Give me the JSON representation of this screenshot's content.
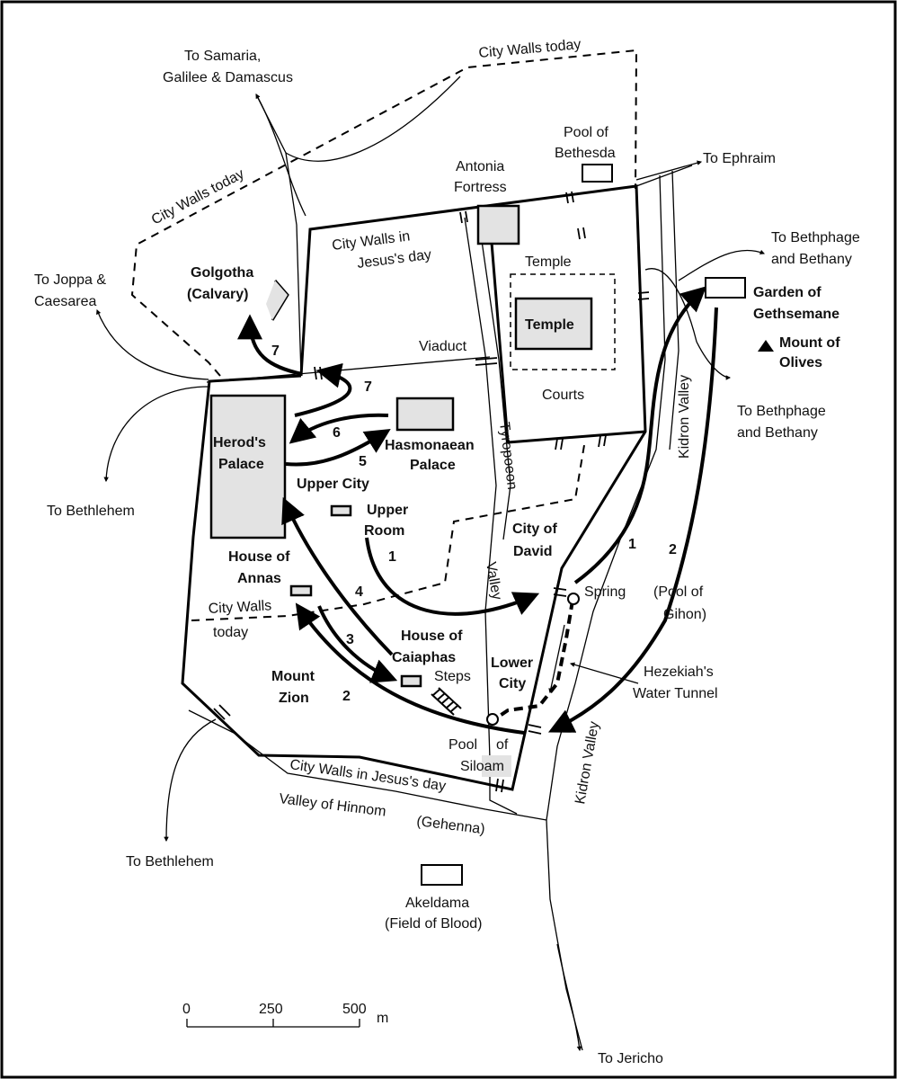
{
  "walls": {
    "today_top": "City Walls today",
    "today_left": "City Walls today",
    "today_lower_1": "City Walls",
    "today_lower_2": "today",
    "jesus_day_1": "City Walls  in",
    "jesus_day_2": "Jesus's day",
    "jesus_day_bottom": "City Walls in Jesus's day"
  },
  "destinations": {
    "samaria_1": "To Samaria,",
    "samaria_2": "Galilee & Damascus",
    "ephraim": "To Ephraim",
    "bethphage_top_1": "To Bethphage",
    "bethphage_top_2": "and Bethany",
    "bethphage_mid_1": "To Bethphage",
    "bethphage_mid_2": "and Bethany",
    "joppa_1": "To Joppa &",
    "joppa_2": "Caesarea",
    "bethlehem_1": "To Bethlehem",
    "bethlehem_2": "To Bethlehem",
    "jericho": "To Jericho"
  },
  "places": {
    "pool_bethesda_1": "Pool of",
    "pool_bethesda_2": "Bethesda",
    "antonia_1": "Antonia",
    "antonia_2": "Fortress",
    "temple_area": "Temple",
    "temple": "Temple",
    "courts": "Courts",
    "viaduct": "Viaduct",
    "golgotha_1": "Golgotha",
    "golgotha_2": "(Calvary)",
    "gethsemane_1": "Garden of",
    "gethsemane_2": "Gethsemane",
    "olives_1": "Mount of",
    "olives_2": "Olives",
    "kidron_upper": "Kidron Valley",
    "kidron_lower": "Kidron Valley",
    "herod_1": "Herod's",
    "herod_2": "Palace",
    "hasmonaean_1": "Hasmonaean",
    "hasmonaean_2": "Palace",
    "upper_city": "Upper City",
    "upper_room_1": "Upper",
    "upper_room_2": "Room",
    "tyropoeon": "Tyropoeon",
    "valley": "Valley",
    "city_david_1": "City of",
    "city_david_2": "David",
    "spring": "Spring",
    "gihon_1": "(Pool of",
    "gihon_2": "Gihon)",
    "annas_1": "House of",
    "annas_2": "Annas",
    "caiaphas_1": "House of",
    "caiaphas_2": "Caiaphas",
    "steps": "Steps",
    "lower_city_1": "Lower",
    "lower_city_2": "City",
    "hezekiah_1": "Hezekiah's",
    "hezekiah_2": "Water Tunnel",
    "mount_zion_1": "Mount",
    "mount_zion_2": "Zion",
    "pool_siloam_1": "Pool",
    "pool_siloam_2": "of",
    "pool_siloam_3": "Siloam",
    "hinnom_1": "Valley of Hinnom",
    "hinnom_2": "(Gehenna)",
    "akeldama_1": "Akeldama",
    "akeldama_2": "(Field of Blood)"
  },
  "route_numbers": {
    "r1_east": "1",
    "r2_east": "2",
    "r1_west": "1",
    "r2_west": "2",
    "r3": "3",
    "r4": "4",
    "r5": "5",
    "r6": "6",
    "r7_right": "7",
    "r7_left": "7"
  },
  "scale": {
    "tick_0": "0",
    "tick_250": "250",
    "tick_500": "500",
    "unit": "m"
  },
  "colors": {
    "building_fill": "#e3e3e3",
    "ink": "#000000"
  }
}
